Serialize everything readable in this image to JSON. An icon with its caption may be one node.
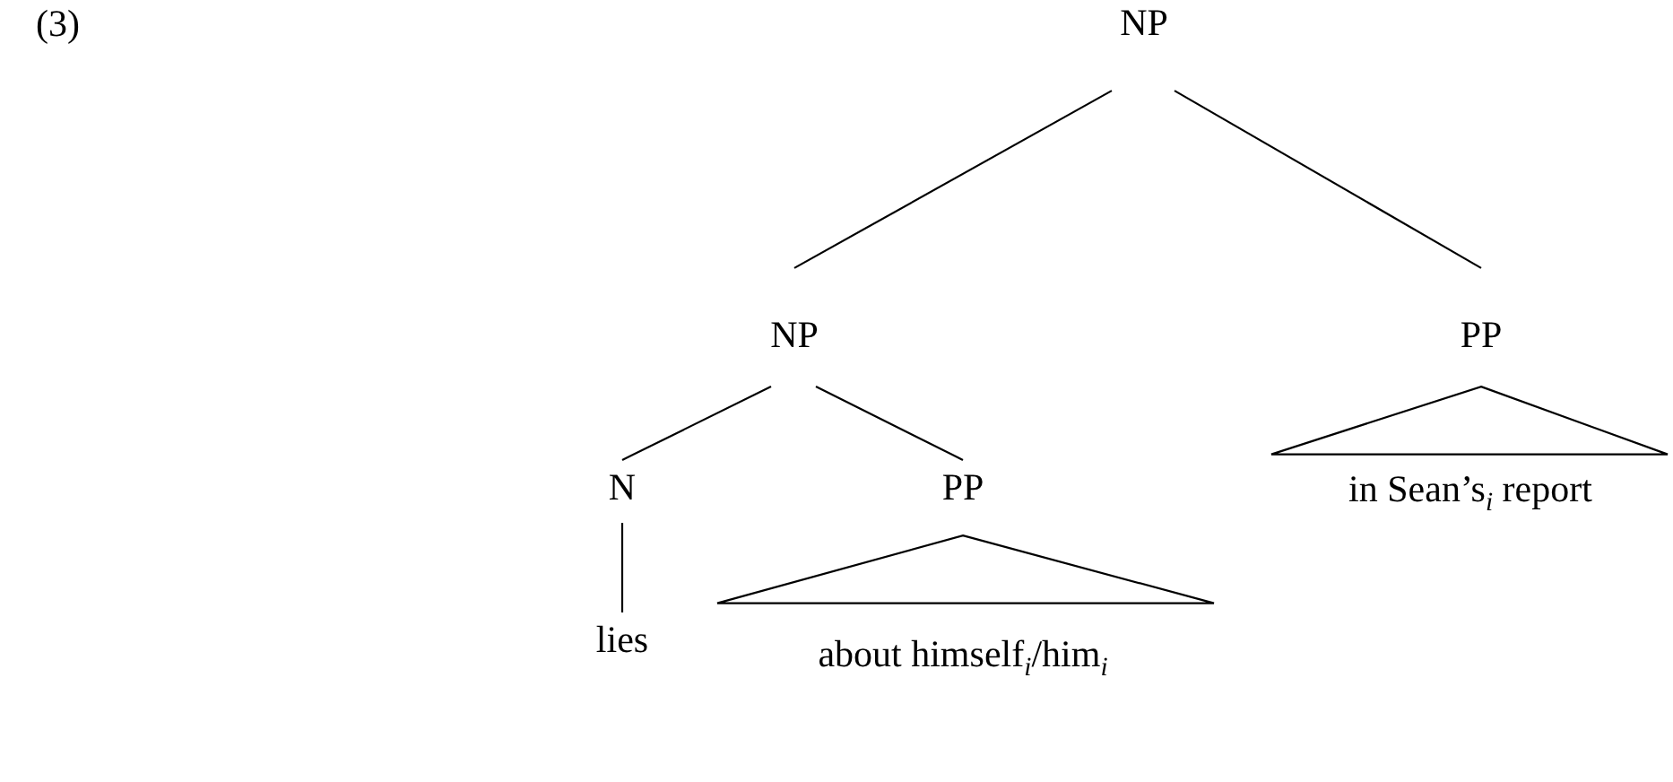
{
  "diagram": {
    "nodes": [
      {
        "text": [
          "NP"
        ]
      },
      {
        "text": [
          "NP"
        ]
      },
      {
        "text": [
          "PP"
        ]
      },
      {
        "text": [
          "N"
        ]
      },
      {
        "text": [
          "PP"
        ]
      },
      {
        "text": [
          "lies"
        ]
      },
      {
        "text": [
          "about himself$_{i}$/him$_{i}$"
        ]
      },
      {
        "text": [
          "in Sean’s$_{i}$ report"
        ]
      }
    ],
    "edges": [
      {
        "from": 0,
        "to": 1,
        "arrow": "none"
      },
      {
        "from": 0,
        "to": 2,
        "arrow": "none"
      },
      {
        "from": 1,
        "to": 3,
        "arrow": "none"
      },
      {
        "from": 1,
        "to": 4,
        "arrow": "none"
      },
      {
        "from": 2,
        "to": 7,
        "arrow": "none"
      },
      {
        "from": 3,
        "to": 5,
        "arrow": "none"
      },
      {
        "from": 4,
        "to": 6,
        "arrow": "none"
      }
    ],
    "labels": [
      "(3)"
    ]
  }
}
